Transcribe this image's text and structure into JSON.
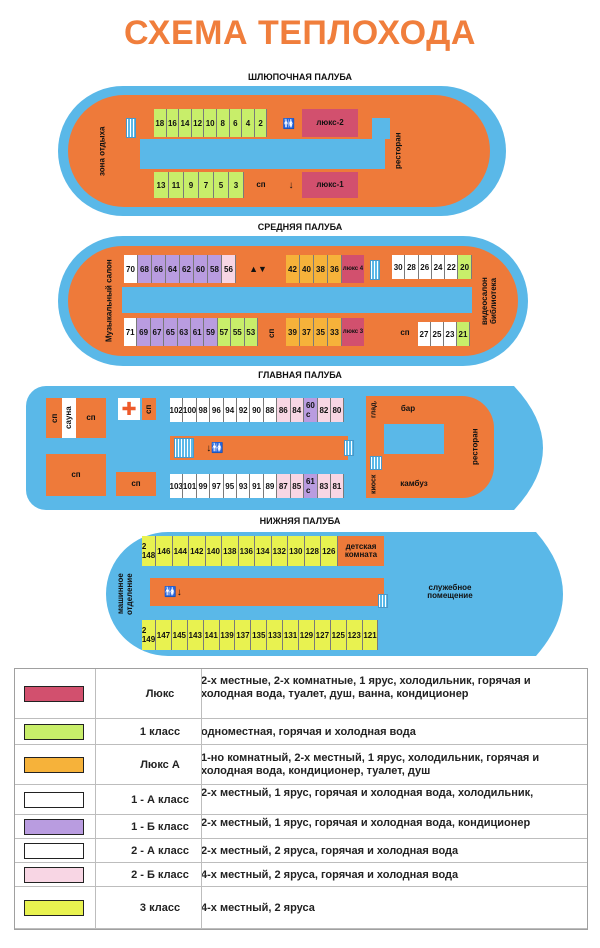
{
  "title": "СХЕМА ТЕПЛОХОДА",
  "colors": {
    "hull": "#5ab8e8",
    "orange": "#ee7a3a",
    "lux": "#d2506e",
    "first": "#c8ee6a",
    "luxA": "#f6b23a",
    "oneA": "#ffffff",
    "oneB": "#b99ce0",
    "twoA": "#ffffff",
    "twoB": "#f8d6e4",
    "third": "#e8f250"
  },
  "decks": {
    "boat": {
      "label": "ШЛЮПОЧНАЯ ПАЛУБА",
      "rest_zone": "зона отдыха",
      "restaurant": "ресторан",
      "top_cabins": [
        "18",
        "16",
        "14",
        "12",
        "10",
        "8",
        "6",
        "4",
        "2"
      ],
      "bottom_cabins": [
        "13",
        "11",
        "9",
        "7",
        "5",
        "3"
      ],
      "lux2": "люкс-2",
      "lux1": "люкс-1",
      "sp": "сп"
    },
    "middle": {
      "label": "СРЕДНЯЯ ПАЛУБА",
      "music_salon": "Музыкальный салон",
      "video_salon": "видеосалон библиотека",
      "top_left_cabins": [
        "70",
        "68",
        "66",
        "64",
        "62",
        "60",
        "58",
        "56"
      ],
      "top_mid_cabins": [
        "42",
        "40",
        "38",
        "36"
      ],
      "lux4": "люкс 4",
      "top_right_cabins": [
        "30",
        "28",
        "26",
        "24",
        "22",
        "20"
      ],
      "bottom_left_cabins": [
        "71",
        "69",
        "67",
        "65",
        "63",
        "61",
        "59",
        "57",
        "55",
        "53"
      ],
      "bottom_mid_cabins": [
        "39",
        "37",
        "35",
        "33"
      ],
      "lux3": "люкс 3",
      "bottom_right_cabins": [
        "27",
        "25",
        "23",
        "21"
      ],
      "sp": "сп"
    },
    "main": {
      "label": "ГЛАВНАЯ ПАЛУБА",
      "sp": "сп",
      "sauna": "сауна",
      "top_cabins": [
        "102",
        "100",
        "98",
        "96",
        "94",
        "92",
        "90",
        "88",
        "86",
        "84"
      ],
      "top_cabin_c": "60\nс",
      "top_cabins_end": [
        "82",
        "80"
      ],
      "bottom_cabins": [
        "103",
        "101",
        "99",
        "97",
        "95",
        "93",
        "91",
        "89",
        "87",
        "85"
      ],
      "bottom_cabin_c": "61\nс",
      "bottom_cabins_end": [
        "83",
        "81"
      ],
      "glad": "глад.",
      "bar": "бар",
      "restaurant": "ресторан",
      "kiosk": "киоск",
      "galley": "камбуз"
    },
    "lower": {
      "label": "НИЖНЯЯ ПАЛУБА",
      "engine": "машинное отделение",
      "service": "служебное помещение",
      "kids": "детская комната",
      "top_first": "2\n148",
      "top_cabins": [
        "146",
        "144",
        "142",
        "140",
        "138",
        "136",
        "134",
        "132",
        "130",
        "128",
        "126"
      ],
      "bottom_first": "2\n149",
      "bottom_cabins": [
        "147",
        "145",
        "143",
        "141",
        "139",
        "137",
        "135",
        "133",
        "131",
        "129",
        "127",
        "125",
        "123",
        "121"
      ]
    }
  },
  "legend": [
    {
      "name": "Люкс",
      "desc": "2-х местные, 2-х комнатные, 1 ярус, холодильник, горячая и холодная вода, туалет, душ, ванна, кондиционер",
      "color_key": "lux"
    },
    {
      "name": "1 класс",
      "desc": "одноместная, горячая и холодная вода",
      "color_key": "first"
    },
    {
      "name": "Люкс А",
      "desc": "1-но комнатный, 2-х местный, 1 ярус, холодильник, горячая и холодная вода, кондиционер, туалет, душ",
      "color_key": "luxA"
    },
    {
      "name": "1 - А класс",
      "desc": "2-х местный, 1 ярус, горячая и холодная вода, холодильник,",
      "color_key": "oneA"
    },
    {
      "name": "1 - Б класс",
      "desc": "2-х местный, 1 ярус, горячая и холодная вода, кондиционер",
      "color_key": "oneB"
    },
    {
      "name": "2 - А класс",
      "desc": "2-х местный, 2 яруса, горячая и холодная вода",
      "color_key": "twoA"
    },
    {
      "name": "2 - Б класс",
      "desc": "4-х местный, 2 яруса, горячая и холодная вода",
      "color_key": "twoB"
    },
    {
      "name": "3 класс",
      "desc": "4-х местный, 2 яруса",
      "color_key": "third"
    }
  ]
}
